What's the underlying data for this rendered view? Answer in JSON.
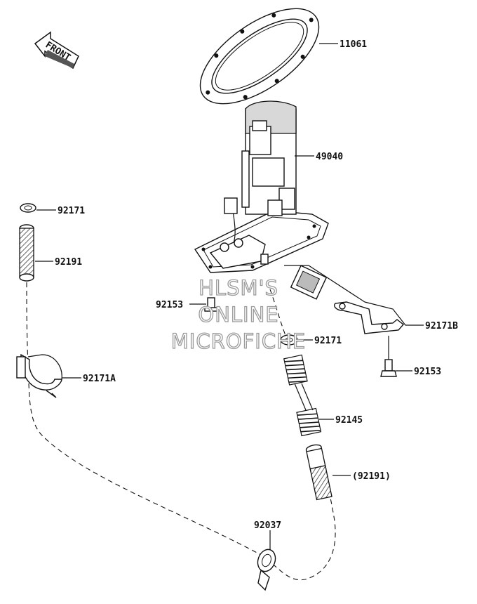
{
  "front_label": "FRONT",
  "watermark": [
    "HLSM'S",
    "ONLINE",
    "MICROFICHE"
  ],
  "parts": [
    {
      "id": "11061",
      "label": "11061"
    },
    {
      "id": "49040",
      "label": "49040"
    },
    {
      "id": "92171-top",
      "label": "92171"
    },
    {
      "id": "92191",
      "label": "92191"
    },
    {
      "id": "92153-left",
      "label": "92153"
    },
    {
      "id": "92171-mid",
      "label": "92171"
    },
    {
      "id": "92171B",
      "label": "92171B"
    },
    {
      "id": "92153-right",
      "label": "92153"
    },
    {
      "id": "92171A",
      "label": "92171A"
    },
    {
      "id": "92145",
      "label": "92145"
    },
    {
      "id": "92191-paren",
      "label": "(92191)"
    },
    {
      "id": "92037",
      "label": "92037"
    }
  ]
}
